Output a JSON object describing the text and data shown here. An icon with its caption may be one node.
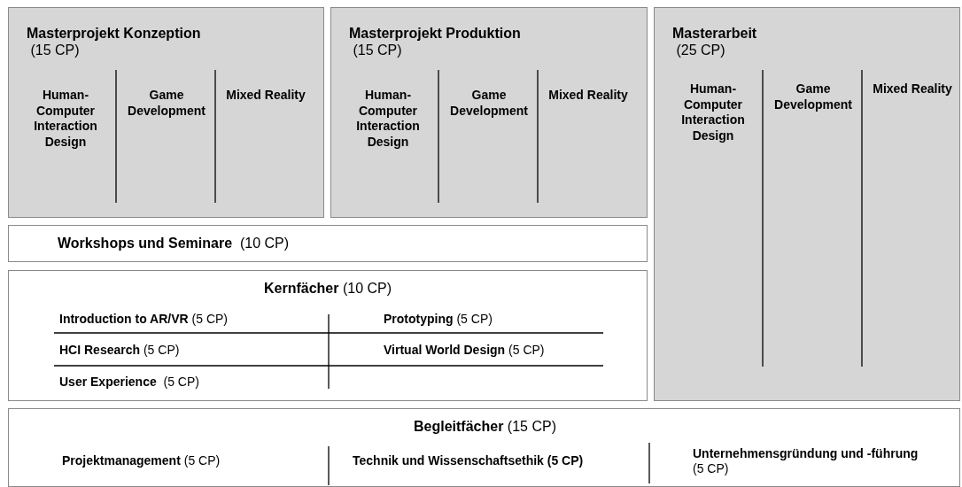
{
  "diagram": {
    "nodes": [
      {
        "text": [
          "**Masterprojekt Konzeption** (15 CP)",
          "Human-Computer Interaction Design",
          "Game Development",
          "Mixed Reality"
        ]
      },
      {
        "text": [
          "**Masterprojekt Produktion** (15 CP)",
          "Human-Computer Interaction Design",
          "Game Development",
          "Mixed Reality"
        ]
      },
      {
        "text": [
          "**Masterarbeit** (25 CP)",
          "Human-Computer Interaction Design",
          "Game Development",
          "Mixed Reality"
        ]
      },
      {
        "text": [
          "**Workshops und Seminare**  (10 CP)"
        ]
      },
      {
        "text": [
          "**Kernfächer** (10 CP)",
          "**Introduction to AR/VR** (5 CP)",
          "**Prototyping** (5 CP)",
          "**HCI Research** (5 CP)",
          "**Virtual World Design** (5 CP)",
          "**User Experience**  (5 CP)"
        ]
      },
      {
        "text": [
          "**Begleitfächer** (15 CP)",
          "**Projektmanagement** (5 CP)",
          "**Technik und Wissenschaftsethik (5 CP)**",
          "**Unternehmensgründung und -führung** (5 CP)"
        ]
      }
    ]
  }
}
